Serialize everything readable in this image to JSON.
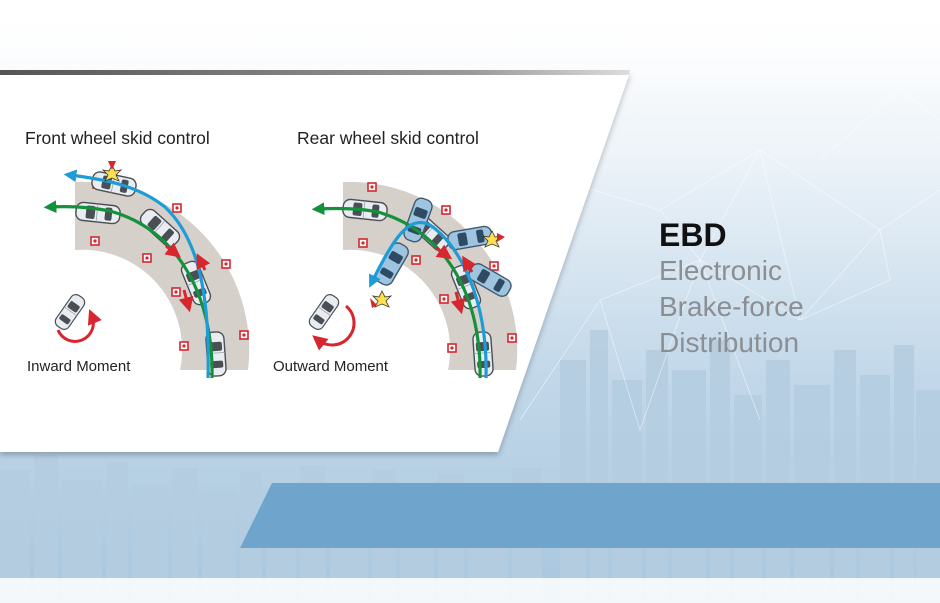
{
  "diagram": {
    "left": {
      "title": "Front wheel skid control",
      "moment_label": "Inward Moment"
    },
    "right": {
      "title": "Rear wheel skid control",
      "moment_label": "Outward Moment"
    }
  },
  "headline": {
    "abbr": "EBD",
    "line1": "Electronic",
    "line2": "Brake-force",
    "line3": "Distribution"
  },
  "colors": {
    "accent_blue": "#1e9cd7",
    "path_green": "#14913b",
    "brake_red": "#d7262e",
    "road": "#d6d0cb",
    "band": "#6fa5cc",
    "headline_gray": "#8b8f93"
  }
}
